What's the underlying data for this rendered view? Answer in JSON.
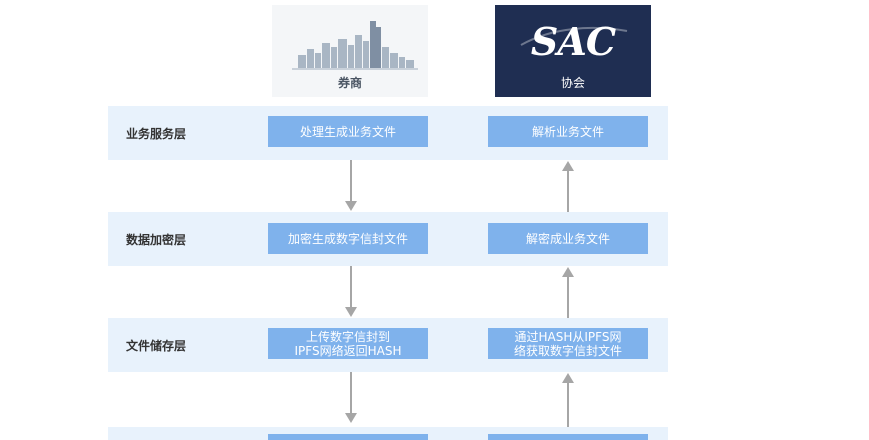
{
  "header": {
    "broker_label": "券商",
    "sac_logo_text": "SAC",
    "sac_label": "协会"
  },
  "layers": [
    {
      "label": "业务服务层",
      "left_lines": [
        "处理生成业务文件"
      ],
      "right_lines": [
        "解析业务文件"
      ]
    },
    {
      "label": "数据加密层",
      "left_lines": [
        "加密生成数字信封文件"
      ],
      "right_lines": [
        "解密成业务文件"
      ]
    },
    {
      "label": "文件储存层",
      "left_lines": [
        "上传数字信封到",
        "IPFS网络返回HASH"
      ],
      "right_lines": [
        "通过HASH从IPFS网",
        "络获取数字信封文件"
      ]
    }
  ],
  "colors": {
    "band": "#e8f2fc",
    "box": "#7fb2ec",
    "arrow": "#a6a6a6",
    "sac_background": "#1f2e52"
  }
}
